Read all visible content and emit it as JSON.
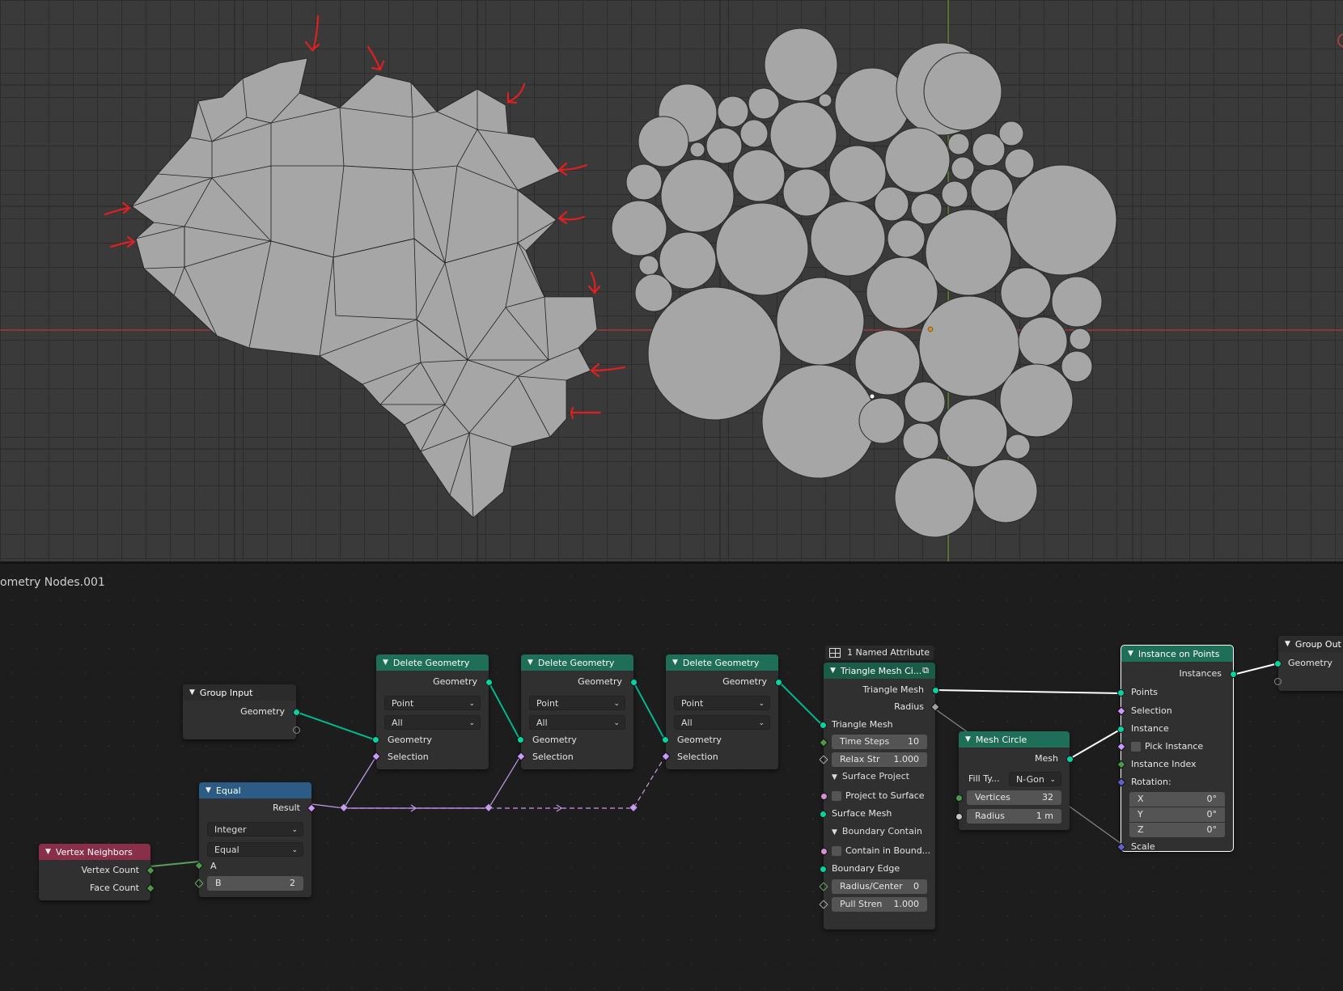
{
  "editor": {
    "tree_name": "ometry Nodes.001"
  },
  "nodes": {
    "group_input": {
      "title": "Group Input",
      "out_geometry": "Geometry"
    },
    "delete1": {
      "title": "Delete Geometry",
      "out_geometry": "Geometry",
      "domain": "Point",
      "mode": "All",
      "in_geometry": "Geometry",
      "in_selection": "Selection"
    },
    "delete2": {
      "title": "Delete Geometry",
      "out_geometry": "Geometry",
      "domain": "Point",
      "mode": "All",
      "in_geometry": "Geometry",
      "in_selection": "Selection"
    },
    "delete3": {
      "title": "Delete Geometry",
      "out_geometry": "Geometry",
      "domain": "Point",
      "mode": "All",
      "in_geometry": "Geometry",
      "in_selection": "Selection"
    },
    "equal": {
      "title": "Equal",
      "out_result": "Result",
      "data_type": "Integer",
      "operation": "Equal",
      "in_a": "A",
      "in_b_label": "B",
      "in_b_value": "2"
    },
    "vertex_neighbors": {
      "title": "Vertex Neighbors",
      "out_vertex_count": "Vertex Count",
      "out_face_count": "Face Count"
    },
    "triangle_mesh": {
      "attr_badge": "1 Named Attribute",
      "title": "Triangle Mesh Ci...",
      "out_triangle_mesh": "Triangle Mesh",
      "out_radius": "Radius",
      "in_triangle_mesh": "Triangle Mesh",
      "time_steps_label": "Time Steps",
      "time_steps_value": "10",
      "relax_label": "Relax Str",
      "relax_value": "1.000",
      "panel_surface": "Surface Project",
      "project_to_surface": "Project to Surface",
      "surface_mesh": "Surface Mesh",
      "panel_boundary": "Boundary Contain",
      "contain_in_boundary": "Contain in Bound...",
      "boundary_edge": "Boundary Edge",
      "radius_center_label": "Radius/Center",
      "radius_center_value": "0",
      "pull_label": "Pull Stren",
      "pull_value": "1.000"
    },
    "mesh_circle": {
      "title": "Mesh Circle",
      "out_mesh": "Mesh",
      "fill_label": "Fill Ty...",
      "fill_value": "N-Gon",
      "vertices_label": "Vertices",
      "vertices_value": "32",
      "radius_label": "Radius",
      "radius_value": "1 m"
    },
    "instance_on_points": {
      "title": "Instance on Points",
      "out_instances": "Instances",
      "in_points": "Points",
      "in_selection": "Selection",
      "in_instance": "Instance",
      "pick_instance": "Pick Instance",
      "instance_index": "Instance Index",
      "rotation": "Rotation:",
      "rx_label": "X",
      "rx_value": "0°",
      "ry_label": "Y",
      "ry_value": "0°",
      "rz_label": "Z",
      "rz_value": "0°",
      "scale": "Scale"
    },
    "group_output": {
      "title": "Group Out",
      "in_geometry": "Geometry"
    }
  },
  "colors": {
    "viewport_bg": "#3a3a3a",
    "mesh_fill": "#a6a6a6",
    "annotation": "#e02020",
    "geometry_socket": "#00d6a3",
    "field_socket": "#cc99ff"
  }
}
